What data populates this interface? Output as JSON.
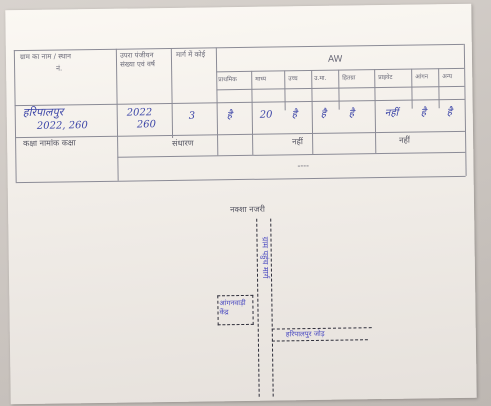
{
  "table": {
    "header_col1": "ग्राम का नाम / स्थान",
    "header_col1b": "नं.",
    "header_col2": "उपरा पंजीयन संख्या एवं वर्ष",
    "header_col3": "मार्ग में कोई",
    "header_aw": "AW",
    "aw_cols": [
      "प्राथमिक",
      "माध्य",
      "उच्च",
      "उ.मा.",
      "हितग्रा",
      "प्राइवेट",
      "आंगन",
      "अन्य"
    ],
    "row_place": "हरिपालपुर",
    "row_year": "2022, 260",
    "row_note": "कक्षा नामांक कक्षा",
    "row_code": "2022",
    "row_num": "260",
    "row_val_a": "3",
    "aw_values": [
      "है",
      "20",
      "है",
      "है",
      "है",
      "नहीं",
      "है",
      "है"
    ],
    "footer_a": "संधारण",
    "footer_b": "नहीं",
    "footer_c": "नहीं",
    "footer_d": "----"
  },
  "map": {
    "title": "नक्शा नजरी",
    "road_label": "ग्राम पहुंच मार्ग",
    "school_label": "आंगनवाड़ी केंद्र",
    "place_label": "हरिपालपुर जोड़"
  }
}
